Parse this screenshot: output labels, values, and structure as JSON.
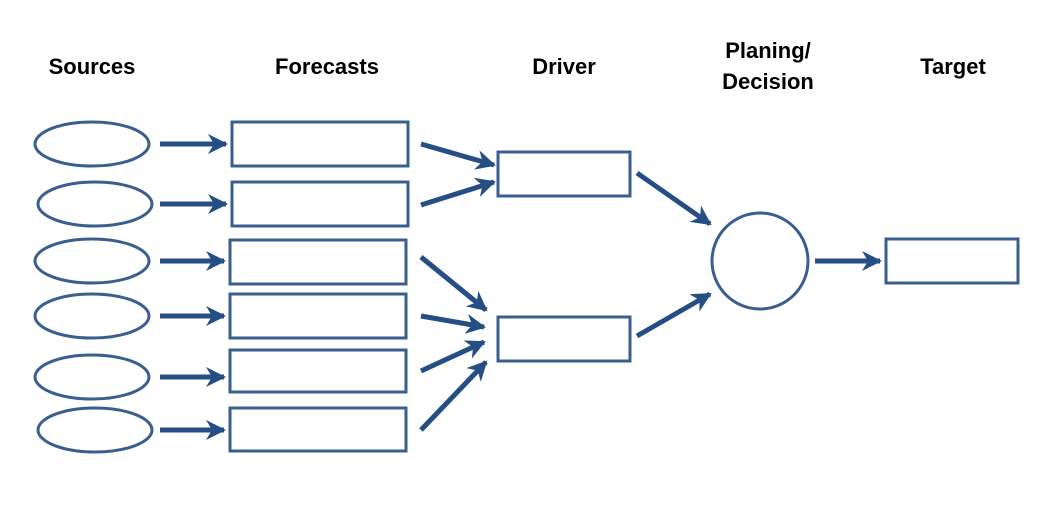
{
  "columns": {
    "sources": "Sources",
    "forecasts": "Forecasts",
    "driver": "Driver",
    "planning_line1": "Planing/",
    "planning_line2": "Decision",
    "target": "Target"
  },
  "colors": {
    "shape_stroke": "#3a5f8f",
    "arrow": "#254e85"
  },
  "counts": {
    "sources": 6,
    "forecasts": 6,
    "drivers": 2,
    "planning_nodes": 1,
    "targets": 1
  }
}
